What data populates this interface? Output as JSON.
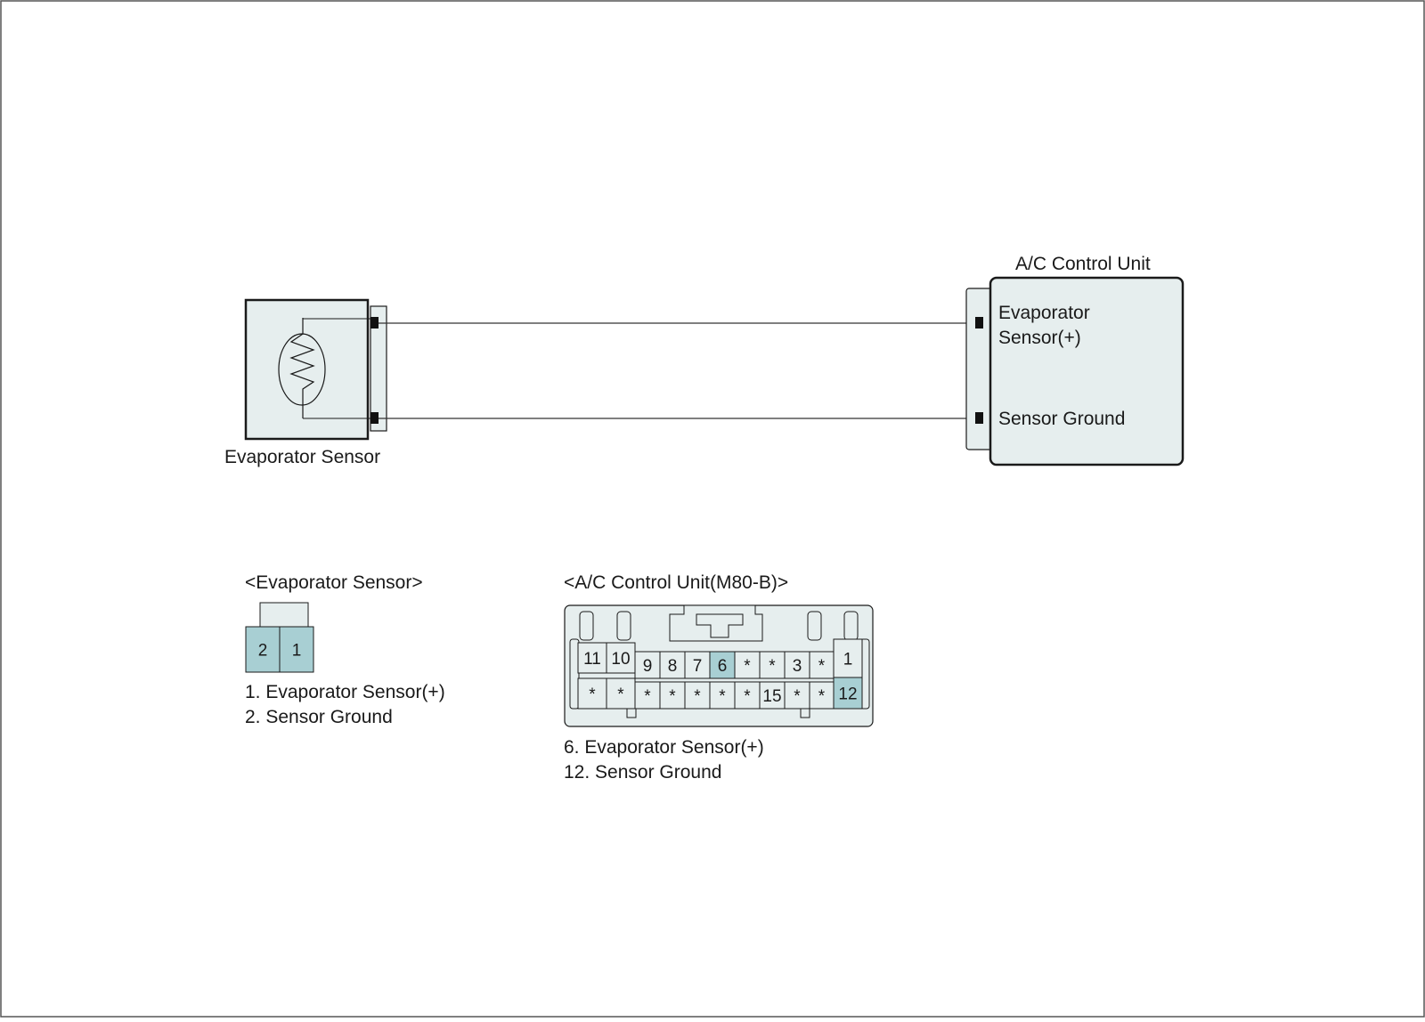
{
  "colors": {
    "housing_fill": "#e6eeee",
    "highlight_fill": "#a8cfd3",
    "stroke": "#1a1a1a",
    "wire": "#333333"
  },
  "schematic": {
    "sensor_label": "Evaporator Sensor",
    "ecu_title": "A/C Control Unit",
    "ecu_pin_sensor_plus_line1": "Evaporator",
    "ecu_pin_sensor_plus_line2": "Sensor(+)",
    "ecu_pin_ground": "Sensor Ground"
  },
  "sensor_connector": {
    "title": "<Evaporator Sensor>",
    "pins": [
      {
        "label": "2",
        "highlight": true
      },
      {
        "label": "1",
        "highlight": true
      }
    ],
    "legend": [
      "1. Evaporator Sensor(+)",
      "2. Sensor Ground"
    ]
  },
  "ecu_connector": {
    "title": "<A/C Control Unit(M80-B)>",
    "top_row": [
      {
        "label": "11",
        "highlight": false
      },
      {
        "label": "10",
        "highlight": false
      },
      {
        "label": "9",
        "highlight": false
      },
      {
        "label": "8",
        "highlight": false
      },
      {
        "label": "7",
        "highlight": false
      },
      {
        "label": "6",
        "highlight": true
      },
      {
        "label": "*",
        "highlight": false
      },
      {
        "label": "*",
        "highlight": false
      },
      {
        "label": "3",
        "highlight": false
      },
      {
        "label": "*",
        "highlight": false
      },
      {
        "label": "1",
        "highlight": false
      }
    ],
    "bottom_row": [
      {
        "label": "*",
        "highlight": false
      },
      {
        "label": "*",
        "highlight": false
      },
      {
        "label": "*",
        "highlight": false
      },
      {
        "label": "*",
        "highlight": false
      },
      {
        "label": "*",
        "highlight": false
      },
      {
        "label": "*",
        "highlight": false
      },
      {
        "label": "*",
        "highlight": false
      },
      {
        "label": "15",
        "highlight": false
      },
      {
        "label": "*",
        "highlight": false
      },
      {
        "label": "*",
        "highlight": false
      },
      {
        "label": "12",
        "highlight": true
      }
    ],
    "legend": [
      "6. Evaporator Sensor(+)",
      "12. Sensor Ground"
    ]
  }
}
